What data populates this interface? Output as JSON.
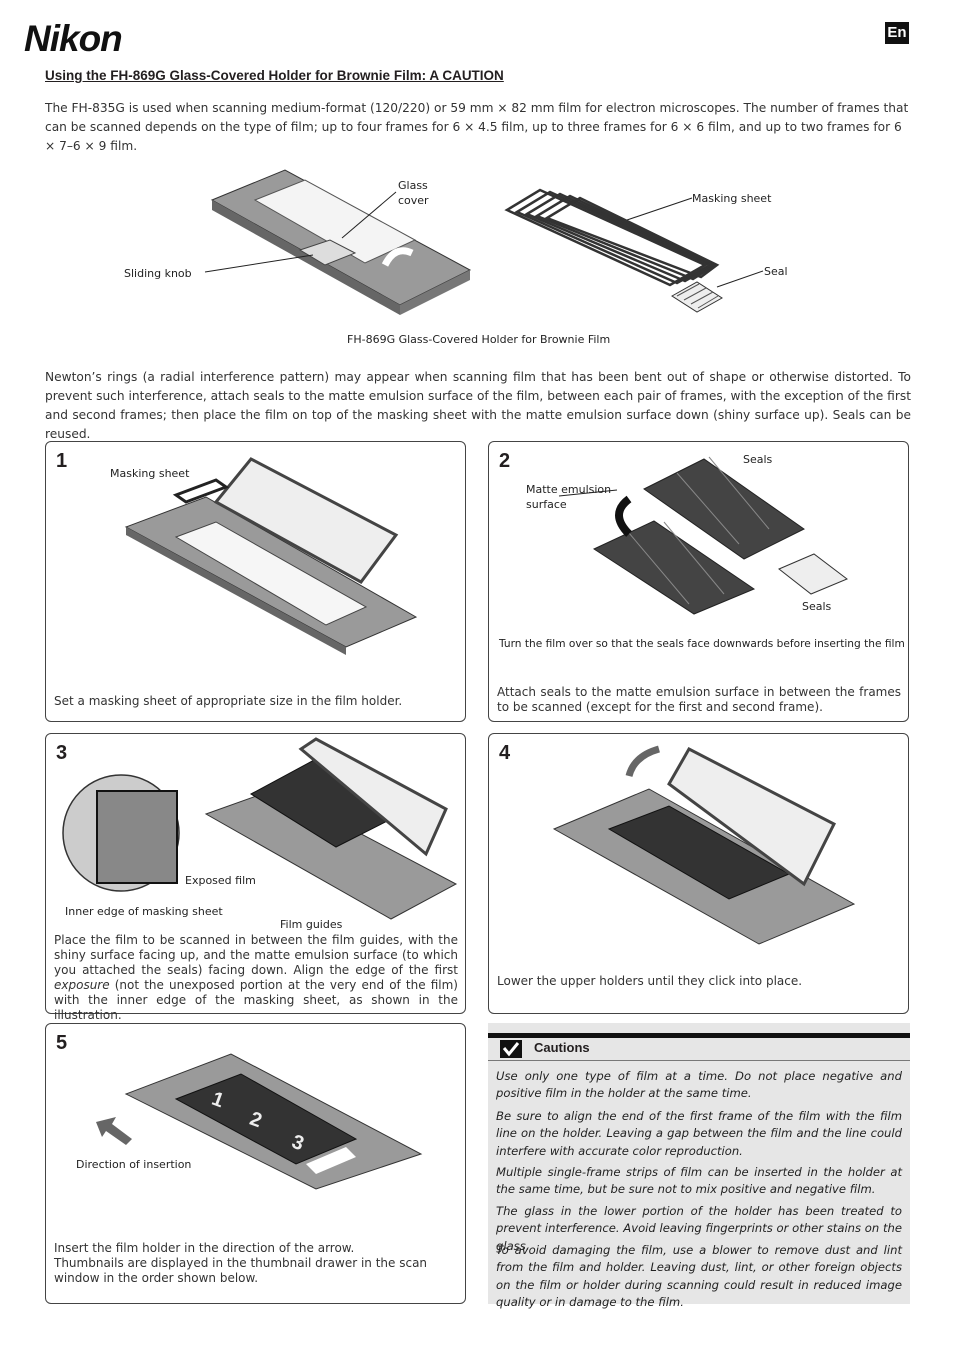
{
  "header": {
    "logo": "Nikon",
    "language_badge": "En"
  },
  "title": "Using the FH-869G Glass-Covered Holder for Brownie Film: A CAUTION",
  "intro": "The FH-835G is used when scanning medium-format (120/220) or 59 mm × 82 mm film for electron microscopes. The number of frames that can be scanned depends on the type of film; up to four frames for 6 × 4.5 film, up to three frames for 6 × 6 film, and up to two frames for 6 × 7–6 × 9 film.",
  "overview": {
    "labels": {
      "glass_cover_1": "Glass",
      "glass_cover_2": "cover",
      "sliding_knob": "Sliding knob",
      "masking_sheet": "Masking sheet",
      "seal": "Seal"
    },
    "caption": "FH-869G Glass-Covered Holder for Brownie Film"
  },
  "newton": "Newton’s rings (a radial interference pattern) may appear when scanning film that has been bent out of shape or otherwise distorted. To prevent such interference, attach seals to the matte emulsion surface of the film, between each pair of frames, with the exception of the first and second frames; then place the film on top of the masking sheet with the matte emulsion surface down (shiny surface up).  Seals can be reused.",
  "steps": [
    {
      "number": "1",
      "label_masking_sheet": "Masking sheet",
      "text": "Set a masking sheet of appropriate size in the film holder."
    },
    {
      "number": "2",
      "label_matte_1": "Matte emulsion",
      "label_matte_2": "surface",
      "label_seals_top": "Seals",
      "label_seals_bottom": "Seals",
      "note": "Turn the film over so that the seals face downwards before inserting the film",
      "text": "Attach seals to the matte emulsion surface in between the frames to be scanned (except for the first and second frame)."
    },
    {
      "number": "3",
      "label_exposed": "Exposed film",
      "label_inner_edge": "Inner edge of masking sheet",
      "label_film_guides": "Film guides",
      "text_a": "Place the film to be scanned in between the film guides, with the shiny surface facing up, and the matte emulsion surface (to which you attached the seals) facing down.  Align the edge of the first ",
      "text_em": "exposure",
      "text_b": " (not the unexposed portion at the very end of the film) with the inner edge of the masking sheet, as shown in the illustration."
    },
    {
      "number": "4",
      "text": "Lower the upper holders until they click into place."
    },
    {
      "number": "5",
      "label_direction": "Direction of insertion",
      "frame_numbers": [
        "1",
        "2",
        "3"
      ],
      "text_1": "Insert the film holder in the direction of the arrow.",
      "text_2": "Thumbnails are displayed in the thumbnail drawer in the scan window in the order shown below."
    }
  ],
  "cautions": {
    "heading": "Cautions",
    "items": [
      "Use only one type of film at a time.  Do not place negative and positive film in the holder at the same time.",
      "Be sure to align the end of the first frame of the film with the film line on the holder. Leaving a gap between the film and the line could interfere with accurate color reproduction.",
      "Multiple single-frame strips of film can be inserted in the holder at the same time, but be sure not to mix positive and negative film.",
      "The glass in the lower portion of the holder has been treated to prevent interference.  Avoid leaving fingerprints or other stains on the glass.",
      "To avoid damaging the film, use a blower to remove dust and lint from the film and holder.  Leaving dust, lint, or other foreign objects on the film or holder during scanning could result in reduced image quality or in damage to the film."
    ]
  }
}
